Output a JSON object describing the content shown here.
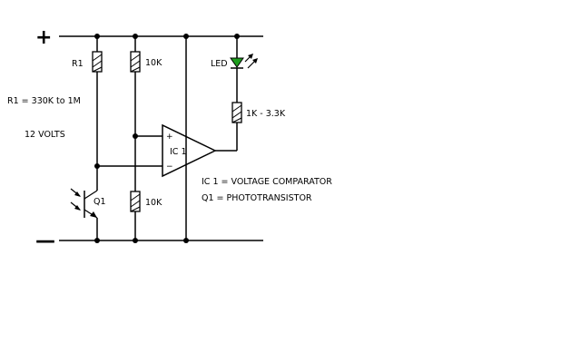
{
  "rails": {
    "positive": "+",
    "negative": "—"
  },
  "components": {
    "r1": "R1",
    "r_top": "10K",
    "r_bottom": "10K",
    "led": "LED",
    "r_led": "1K - 3.3K",
    "ic": "IC 1",
    "q1": "Q1"
  },
  "opamp_pins": {
    "noninverting": "+",
    "inverting": "−"
  },
  "notes": {
    "r1_range": "R1 = 330K to 1M",
    "supply": "12 VOLTS",
    "ic_desc": "IC 1 = VOLTAGE COMPARATOR",
    "q_desc": "Q1 = PHOTOTRANSISTOR"
  },
  "colors": {
    "led": "#1e9e1e",
    "ink": "#000000"
  }
}
